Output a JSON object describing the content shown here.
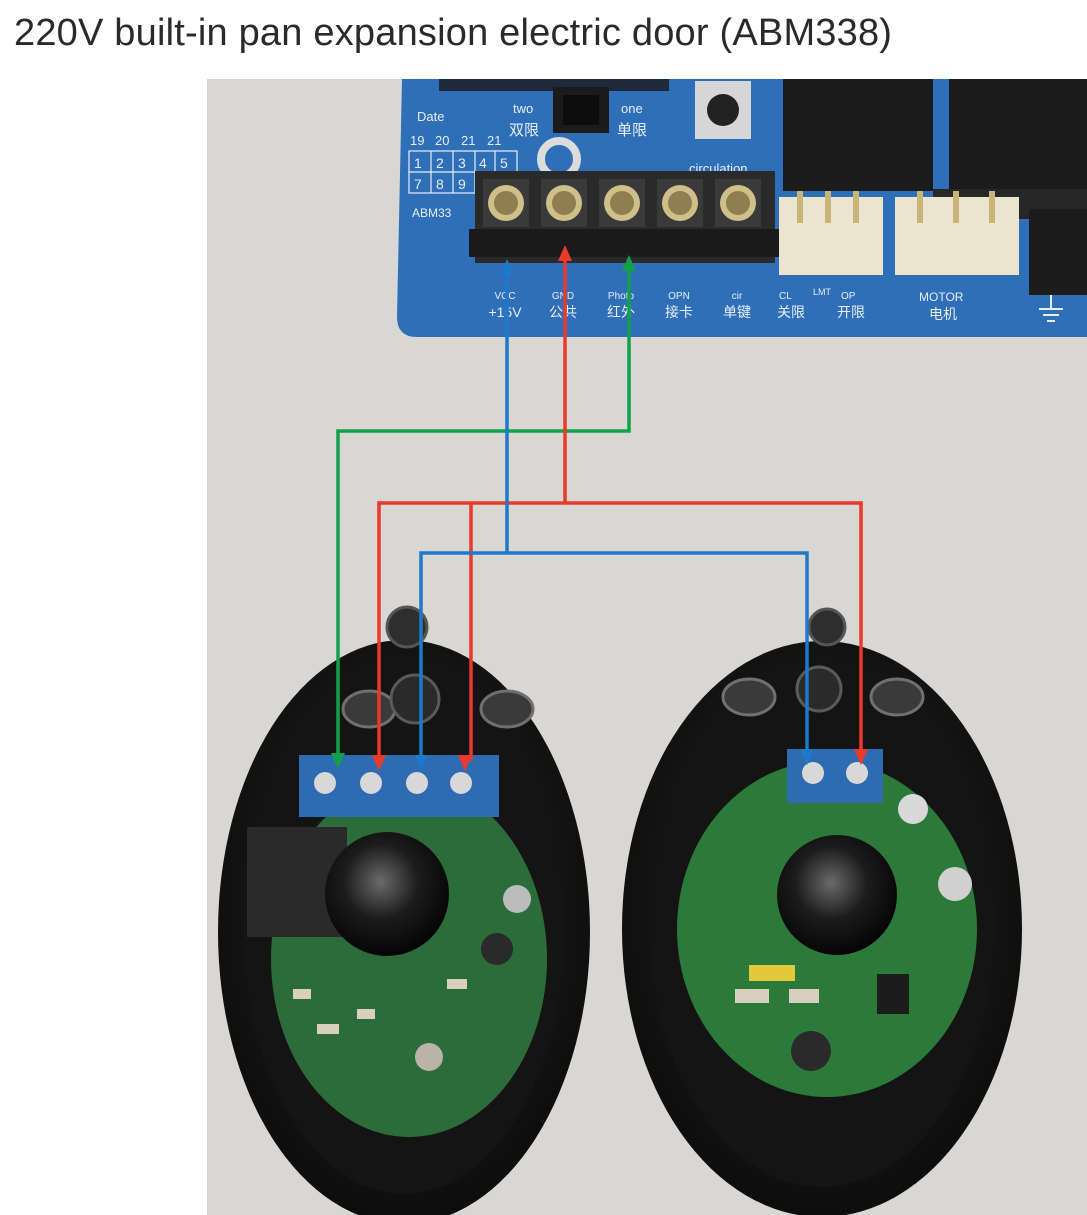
{
  "title": "220V built-in pan expansion electric door (ABM338)",
  "board": {
    "model": "ABM33",
    "date_label": "Date",
    "date_numbers": [
      "19",
      "20",
      "21",
      "21"
    ],
    "grid_numbers": [
      "1",
      "2",
      "3",
      "4",
      "5",
      "7",
      "8",
      "9"
    ],
    "limit_two": "two",
    "limit_two_cn": "双限",
    "limit_one": "one",
    "limit_one_cn": "单限",
    "circulation_label": "circulation",
    "terminals": [
      {
        "label": "VCC",
        "cn": "+15V"
      },
      {
        "label": "GND",
        "cn": "公共"
      },
      {
        "label": "Photo",
        "cn": "红外"
      },
      {
        "label": "OPN",
        "cn": "接卡"
      },
      {
        "label": "cir",
        "cn": "单键"
      }
    ],
    "limit_labels": {
      "cl": "CL",
      "lmt": "LMT",
      "op": "OP",
      "cl_cn": "关限",
      "op_cn": "开限"
    },
    "motor_label": "MOTOR",
    "motor_cn": "电机"
  },
  "wire_colors": {
    "power": "#1f78c8",
    "ground": "#e8392b",
    "signal": "#12a04a"
  }
}
